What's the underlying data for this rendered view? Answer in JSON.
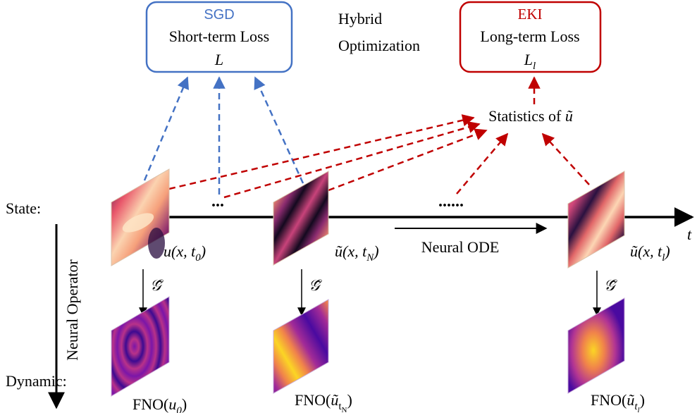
{
  "colors": {
    "sgd_blue": "#4472c4",
    "eki_red": "#c00000",
    "arrow_black": "#000000",
    "state_map": "magma-like (black-purple-red-orange-cream)",
    "dynamic_map": "plasma-like (purple-magenta-orange-yellow)"
  },
  "sgd_box": {
    "method": "SGD",
    "title": "Short-term Loss",
    "symbol": "L"
  },
  "hybrid_label": {
    "line1": "Hybrid",
    "line2": "Optimization"
  },
  "eki_box": {
    "method": "EKI",
    "title": "Long-term Loss",
    "symbol": "L",
    "symbol_sub": "l"
  },
  "statistics": {
    "prefix": "Statistics of ",
    "var": "ũ"
  },
  "row_labels": {
    "state": "State:",
    "dynamic": "Dynamic:",
    "operator": "Neural Operator"
  },
  "timeline": {
    "ellipsis_short": "...",
    "ellipsis_long": "......",
    "axis_label": "t",
    "ode_label": "Neural ODE"
  },
  "operator_symbol": "𝒢̃",
  "states": [
    {
      "pre": "u",
      "args": "(x, t",
      "sub": "0",
      "post": ")"
    },
    {
      "pre": "ũ",
      "args": "(x, t",
      "sub": "N",
      "post": ")"
    },
    {
      "pre": "ũ",
      "args": "(x, t",
      "sub": "l",
      "post": ")"
    }
  ],
  "fno_labels": [
    {
      "pre": "FNO(",
      "var": "u",
      "sub": "0",
      "subsub": "",
      "post": ")"
    },
    {
      "pre": "FNO(",
      "var": "ũ",
      "sub": "t",
      "subsub": "N",
      "post": ")"
    },
    {
      "pre": "FNO(",
      "var": "ũ",
      "sub": "t",
      "subsub": "l",
      "post": ")"
    }
  ]
}
